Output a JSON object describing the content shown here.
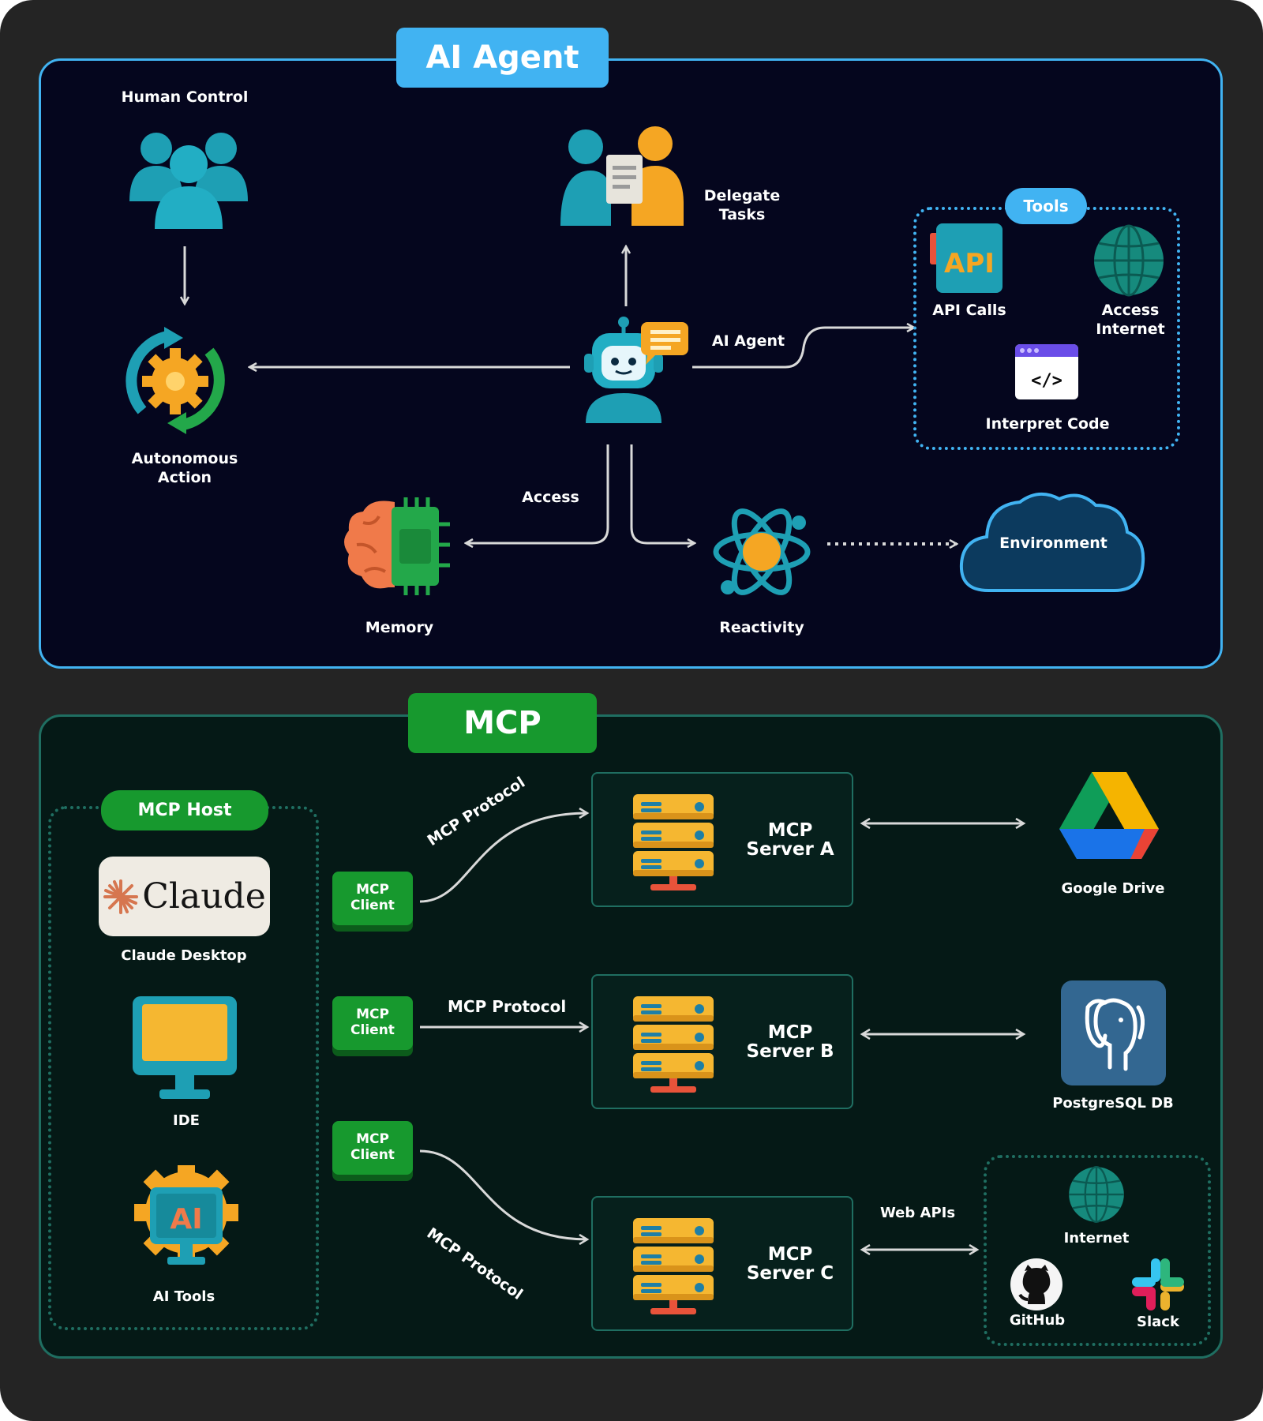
{
  "agent_section": {
    "title": "AI Agent",
    "human_control": "Human Control",
    "delegate_tasks": "Delegate\nTasks",
    "autonomous_action": "Autonomous\nAction",
    "ai_agent_edge": "AI Agent",
    "access_edge": "Access",
    "memory": "Memory",
    "reactivity": "Reactivity",
    "environment": "Environment",
    "tools": {
      "title": "Tools",
      "api_calls": "API Calls",
      "api_badge": "API",
      "access_internet": "Access\nInternet",
      "interpret_code": "Interpret Code",
      "code_glyph": "</>"
    }
  },
  "mcp_section": {
    "title": "MCP",
    "host": {
      "title": "MCP Host",
      "claude_logo_text": "Claude",
      "claude_desktop": "Claude Desktop",
      "ide": "IDE",
      "ai_tools": "AI Tools",
      "ai_badge": "AI"
    },
    "clients": [
      "MCP\nClient",
      "MCP\nClient",
      "MCP\nClient"
    ],
    "protocol_labels": [
      "MCP Protocol",
      "MCP Protocol",
      "MCP Protocol"
    ],
    "servers": [
      "MCP\nServer A",
      "MCP\nServer B",
      "MCP\nServer C"
    ],
    "web_apis": "Web APIs",
    "google_drive": "Google Drive",
    "postgresql": "PostgreSQL DB",
    "internet": "Internet",
    "github": "GitHub",
    "slack": "Slack"
  },
  "colors": {
    "agent_accent": "#41b3f2",
    "mcp_accent": "#17992e",
    "arrow": "#d9d9d9"
  }
}
